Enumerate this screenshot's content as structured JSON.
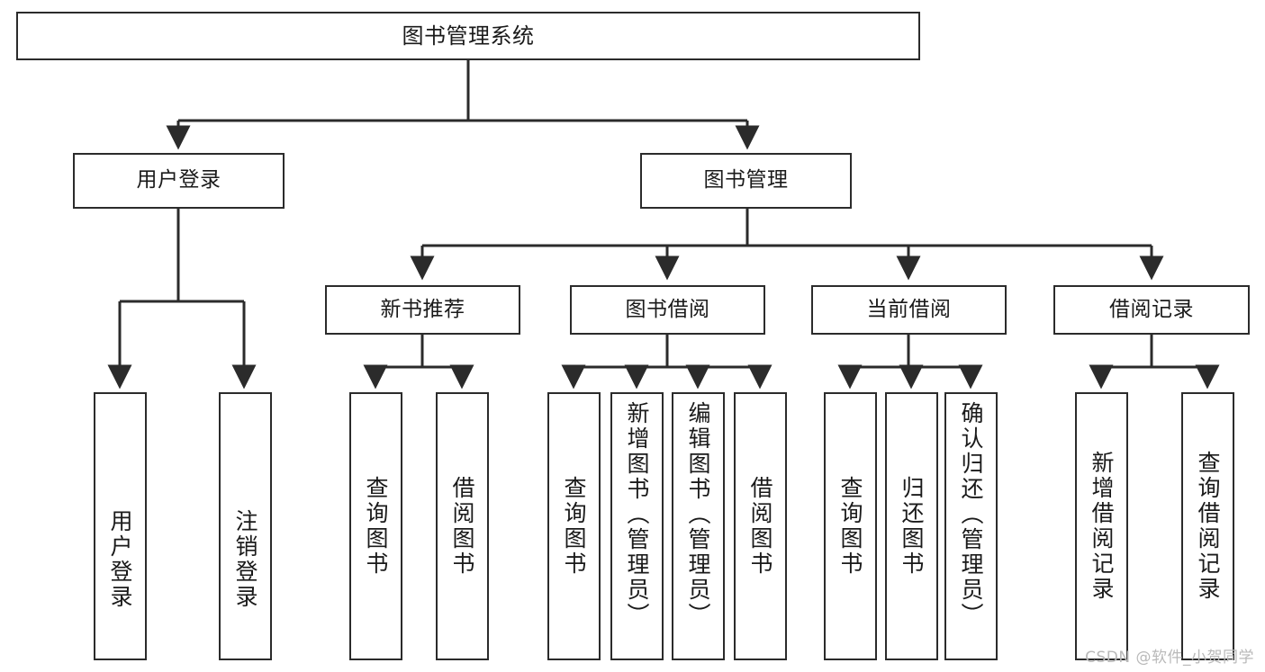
{
  "diagram": {
    "type": "tree-hierarchy-chart",
    "title": "图书管理系统",
    "watermark": "CSDN @软件_小贺同学",
    "colors": {
      "stroke": "#2b2b2b",
      "background": "#ffffff",
      "text": "#1a1a1a",
      "watermark": "#b9b9b9"
    },
    "root": {
      "label": "图书管理系统"
    },
    "level2": [
      {
        "id": "user-login",
        "label": "用户登录"
      },
      {
        "id": "book-management",
        "label": "图书管理"
      }
    ],
    "level3": [
      {
        "id": "new-book-recommend",
        "label": "新书推荐"
      },
      {
        "id": "book-borrow",
        "label": "图书借阅"
      },
      {
        "id": "current-borrow",
        "label": "当前借阅"
      },
      {
        "id": "borrow-record",
        "label": "借阅记录"
      }
    ],
    "leaves": [
      {
        "id": "leaf-user-login",
        "label": "用户登录",
        "parent": "user-login"
      },
      {
        "id": "leaf-logout-login",
        "label": "注销登录",
        "parent": "user-login"
      },
      {
        "id": "leaf-query-book-1",
        "label": "查询图书",
        "parent": "new-book-recommend"
      },
      {
        "id": "leaf-borrow-book-1",
        "label": "借阅图书",
        "parent": "new-book-recommend"
      },
      {
        "id": "leaf-query-book-2",
        "label": "查询图书",
        "parent": "book-borrow"
      },
      {
        "id": "leaf-add-book-admin",
        "label": "新增图书（管理员）",
        "parent": "book-borrow"
      },
      {
        "id": "leaf-edit-book-admin",
        "label": "编辑图书（管理员）",
        "parent": "book-borrow"
      },
      {
        "id": "leaf-borrow-book-2",
        "label": "借阅图书",
        "parent": "book-borrow"
      },
      {
        "id": "leaf-query-book-3",
        "label": "查询图书",
        "parent": "current-borrow"
      },
      {
        "id": "leaf-return-book",
        "label": "归还图书",
        "parent": "current-borrow"
      },
      {
        "id": "leaf-confirm-return-admin",
        "label": "确认归还（管理员）",
        "parent": "current-borrow"
      },
      {
        "id": "leaf-add-borrow-record",
        "label": "新增借阅记录",
        "parent": "borrow-record"
      },
      {
        "id": "leaf-query-borrow-record",
        "label": "查询借阅记录",
        "parent": "borrow-record"
      }
    ]
  }
}
